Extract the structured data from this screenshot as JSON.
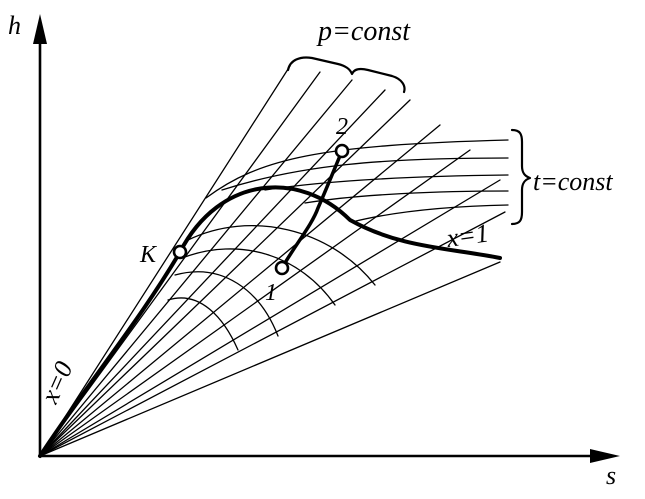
{
  "axes": {
    "y_label": "h",
    "x_label": "s"
  },
  "labels": {
    "isobar_group": "p=const",
    "isotherm_group": "t=const",
    "critical_point": "K",
    "saturated_liquid": "x=0",
    "saturated_vapor": "x=1",
    "state_1": "1",
    "state_2": "2"
  },
  "colors": {
    "ink": "#000000",
    "background": "#ffffff"
  }
}
